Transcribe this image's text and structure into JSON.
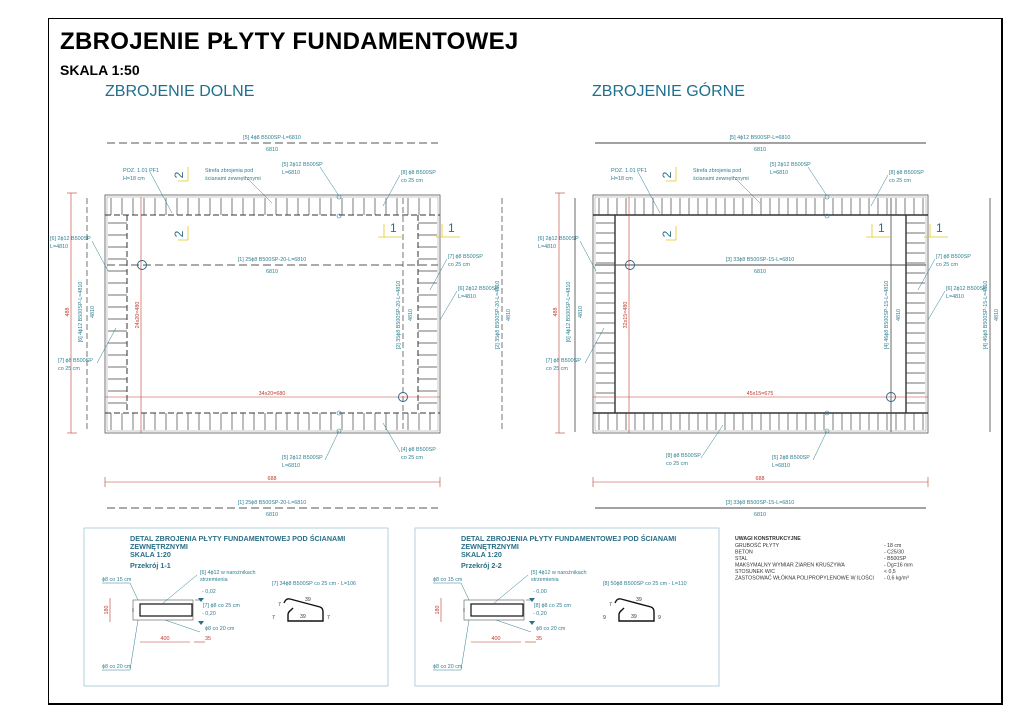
{
  "title": "ZBROJENIE PŁYTY FUNDAMENTOWEJ",
  "scale": "SKALA 1:50",
  "colors": {
    "annotation": "#2e7f92",
    "dimension": "#c0392b",
    "section_mark": "#e8c420",
    "heading": "#1f6f8f"
  },
  "plans": [
    {
      "heading": "ZBROJENIE DOLNE",
      "top_bar": "[5] 4ϕ8 B500SP-L=6810",
      "top_bar_len": "6810",
      "poz": "POZ. 1.01 PF1",
      "poz_h": "H=18 cm",
      "strefa1": "Strefa zbrojenia pod",
      "strefa2": "ścianami zewnętrznymi",
      "top_bars": "[5] 2ϕ12 B500SP",
      "top_bars_l": "L=6810",
      "top_stirrup": "[8] ϕ8 B500SP",
      "top_stirrup_co": "co 25 cm",
      "left_bars": "[6] 2ϕ12 B500SP",
      "left_bars_l": "L=4810",
      "mid_bar": "[1] 25ϕ8 B500SP-20-L=6810",
      "mid_bar_len": "6810",
      "right_stirrup": "[7] ϕ8 B500SP",
      "right_stirrup_co": "co 25 cm",
      "right_bars": "[6] 2ϕ12 B500SP",
      "right_bars_l": "L=4810",
      "height_dim": "488",
      "left_vbar": "[6] 4ϕ12 B500SP-L=4810",
      "left_vbar_len": "4810",
      "left_stirrup": "[7] ϕ8 B500SP",
      "left_stirrup_co": "co 25 cm",
      "v_spacing": "24x20=480",
      "inner_vbar": "[2] 35ϕ8 B500SP-20-L=4810",
      "inner_vbar_len": "4810",
      "outer_vbar": "[2] 35ϕ8 B500SP-20-L=4810",
      "outer_vbar_len": "4810",
      "h_spacing": "34x20=680",
      "bottom_a": "[5] 2ϕ12 B500SP",
      "bottom_a_l": "L=6810",
      "bottom_b": "[4] ϕ8 B500SP",
      "bottom_b_co": "co 25 cm",
      "width_dim": "688",
      "bottom_bar": "[1] 25ϕ8 B500SP-20-L=6810",
      "bottom_bar_len": "6810",
      "mark1": "1",
      "mark2": "2"
    },
    {
      "heading": "ZBROJENIE GÓRNE",
      "top_bar": "[5] 4ϕ12 B500SP-L=6810",
      "top_bar_len": "6810",
      "poz": "POZ. 1.01 PF1",
      "poz_h": "H=18 cm",
      "strefa1": "Strefa zbrojenia pod",
      "strefa2": "ścianami zewnętrznymi",
      "top_bars": "[5] 2ϕ12 B500SP",
      "top_bars_l": "L=6810",
      "top_stirrup": "[8] ϕ8 B500SP",
      "top_stirrup_co": "co 25 cm",
      "left_bars": "[6] 2ϕ12 B500SP",
      "left_bars_l": "L=4810",
      "mid_bar": "[3] 33ϕ8 B500SP-15-L=6810",
      "mid_bar_len": "6810",
      "right_stirrup": "[7] ϕ8 B500SP",
      "right_stirrup_co": "co 25 cm",
      "right_bars": "[6] 2ϕ12 B500SP",
      "right_bars_l": "L=4810",
      "height_dim": "488",
      "left_vbar": "[6] 4ϕ12 B500SP-L=4810",
      "left_vbar_len": "4810",
      "left_stirrup": "[7] ϕ8 B500SP",
      "left_stirrup_co": "co 25 cm",
      "v_spacing": "32x15=480",
      "inner_vbar": "[4] 46ϕ8 B500SP-15-L=4810",
      "inner_vbar_len": "4810",
      "outer_vbar": "[4] 46ϕ8 B500SP-15-L=4810",
      "outer_vbar_len": "4810",
      "h_spacing": "45x15=675",
      "bottom_a": "[5] 2ϕ8 B500SP",
      "bottom_a_l": "L=6810",
      "bottom_b": "[8] ϕ8 B500SP",
      "bottom_b_co": "co 25 cm",
      "width_dim": "688",
      "bottom_bar": "[3] 33ϕ8 B500SP-15-L=6810",
      "bottom_bar_len": "6810",
      "mark1": "1",
      "mark2": "2"
    }
  ],
  "details": [
    {
      "title1": "DETAL ZBROJENIA PŁYTY FUNDAMENTOWEJ POD ŚCIANAMI",
      "title2": "ZEWNĘTRZNYMI",
      "scale": "SKALA 1:20",
      "section": "Przekrój 1-1",
      "top_spacing": "ϕ8 co 15 cm",
      "bottom_spacing": "ϕ8 co 20 cm",
      "corner_bars": "[6] 4ϕ12 w narożnikach",
      "corner_bars2": "strzemienia",
      "level_top": "- 0,02",
      "level_bottom": "- 0,20",
      "stirrup": "[7] ϕ8 co 25 cm",
      "side_bar": "ϕ8 co 20 cm",
      "dim_h": "180",
      "dim_w": "400",
      "dim_end": "35",
      "shape_label": "[7] 34ϕ8 B500SP co 25 cm - L=106",
      "shape_top": "39",
      "shape_bottom": "39",
      "shape_hook": "7",
      "shape_left": "7",
      "shape_right": "7"
    },
    {
      "title1": "DETAL ZBROJENIA PŁYTY FUNDAMENTOWEJ POD ŚCIANAMI",
      "title2": "ZEWNĘTRZNYMI",
      "scale": "SKALA 1:20",
      "section": "Przekrój 2-2",
      "top_spacing": "ϕ8 co 15 cm",
      "bottom_spacing": "ϕ8 co 20 cm",
      "corner_bars": "[5] 4ϕ12 w narożnikach",
      "corner_bars2": "strzemienia",
      "level_top": "- 0,00",
      "level_bottom": "- 0,20",
      "stirrup": "[8] ϕ8 co 25 cm",
      "side_bar": "ϕ8 co 20 cm",
      "dim_h": "180",
      "dim_w": "400",
      "dim_end": "35",
      "shape_label": "[8] 50ϕ8 B500SP co 25 cm - L=110",
      "shape_top": "39",
      "shape_bottom": "39",
      "shape_hook": "7",
      "shape_left": "9",
      "shape_right": "9"
    }
  ],
  "notes": {
    "heading": "UWAGI KONSTRUKCYJNE",
    "rows": [
      {
        "label": "GRUBOŚĆ PŁYTY",
        "value": "- 18 cm"
      },
      {
        "label": "BETON",
        "value": "- C25/30"
      },
      {
        "label": "STAL",
        "value": "- B500SP"
      },
      {
        "label": "MAKSYMALNY WYMIAR ZIAREN KRUSZYWA",
        "value": "- Dg=16 mm"
      },
      {
        "label": "STOSUNEK W/C",
        "value": "< 0,5"
      },
      {
        "label": "ZASTOSOWAĆ WŁÓKNA POLIPROPYLENOWE W ILOŚCI",
        "value": "- 0,6 kg/m³"
      }
    ]
  }
}
